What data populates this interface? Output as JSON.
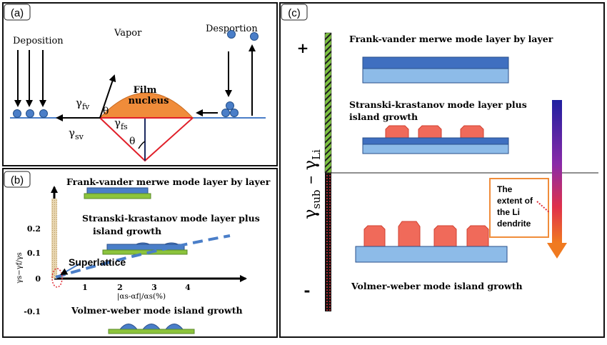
{
  "panel_a": {
    "tag": "(a)",
    "vapor": "Vapor",
    "deposition": "Deposition",
    "desportion": "Desportion",
    "gamma_fv": "γ",
    "gamma_fv_sub": "fv",
    "gamma_sv": "γ",
    "gamma_sv_sub": "sv",
    "gamma_fs": "γ",
    "gamma_fs_sub": "fs",
    "theta_top": "θ",
    "theta_bottom": "θ",
    "film_line1": "Film",
    "film_line2": "nucleus"
  },
  "panel_b": {
    "tag": "(b)",
    "fm_label": "Frank-vander merwe mode layer by layer",
    "sk_label_line1": "Stranski-krastanov mode layer plus",
    "sk_label_line2": "island growth",
    "vw_label": "Volmer-weber mode island growth",
    "superlattice": "Superlattice",
    "y_ticks": [
      "0.2",
      "0.1",
      "0",
      "-0.1"
    ],
    "x_ticks": [
      "1",
      "2",
      "3",
      "4"
    ],
    "y_label": "γs−γf/γs",
    "x_label": "|αs-αf|/αs(%)"
  },
  "panel_c": {
    "tag": "(c)",
    "plus": "+",
    "minus": "-",
    "y_label": "γ",
    "y_label_sub": "sub",
    "y_label_mid": " – γ",
    "y_label_sub2": "Li",
    "fm_label": "Frank-vander merwe mode layer by layer",
    "sk_label_line1": "Stranski-krastanov mode layer plus",
    "sk_label_line2": "island growth",
    "vw_label": "Volmer-weber mode island growth",
    "callout_lines": [
      "The",
      "extent of",
      "the Li",
      "dendrite"
    ]
  },
  "colors": {
    "atom_blue": "#4a7ec8",
    "film_orange": "#f08c3a",
    "red_line": "#e0202a",
    "substrate_light": "#8dbbe8",
    "substrate_dark": "#3f6fc0",
    "island_red": "#f06a5a",
    "green_layer": "#8cc43c",
    "callout_orange": "#f08c3a"
  }
}
